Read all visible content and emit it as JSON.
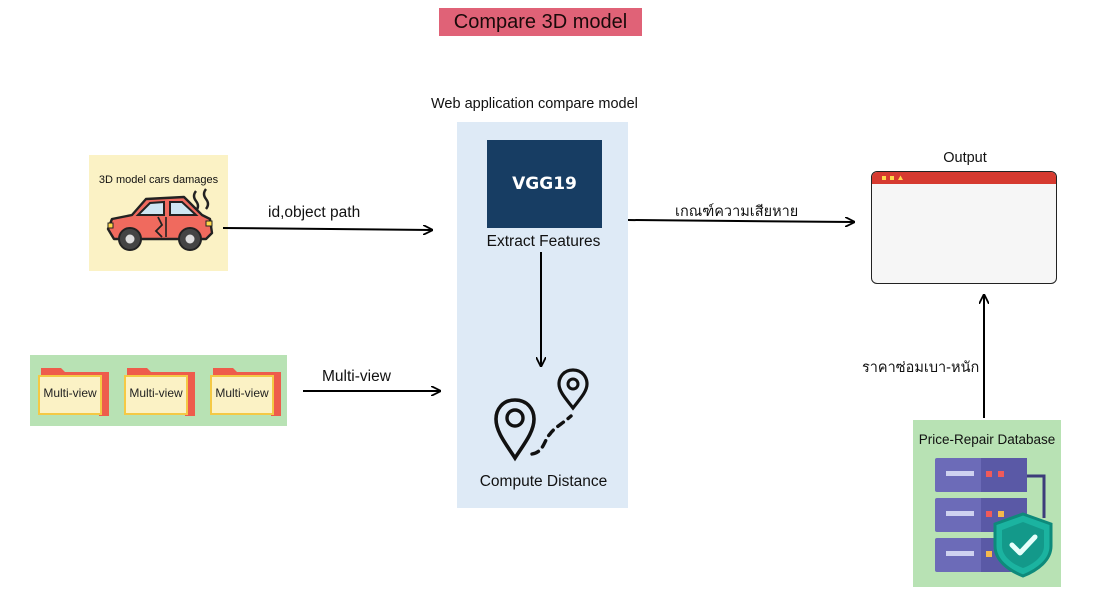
{
  "title": "Compare 3D model",
  "web_app": {
    "title": "Web application compare model",
    "vgg_label": "VGG19",
    "extract_label": "Extract Features",
    "compute_label": "Compute Distance"
  },
  "inputs": {
    "cars_label": "3D model cars damages",
    "multiview_items": [
      "Multi-view",
      "Multi-view",
      "Multi-view"
    ]
  },
  "arrows": {
    "id_path": "id,object path",
    "multiview": "Multi-view",
    "criteria": "เกณฑ์ความเสียหาย",
    "price": "ราคาซ่อมเบา-หนัก"
  },
  "output": {
    "label": "Output"
  },
  "database": {
    "label": "Price-Repair Database"
  },
  "icons": [
    "car-damage-icon",
    "folder-icon",
    "vgg19-block",
    "location-route-icon",
    "browser-window-icon",
    "server-shield-icon"
  ],
  "colors": {
    "title_bg": "#e06277",
    "panel_bg": "#deeaf6",
    "vgg_bg": "#173d63",
    "cars_bg": "#fbf2c5",
    "green_bg": "#b8e2b4",
    "window_bar": "#d63a30"
  }
}
